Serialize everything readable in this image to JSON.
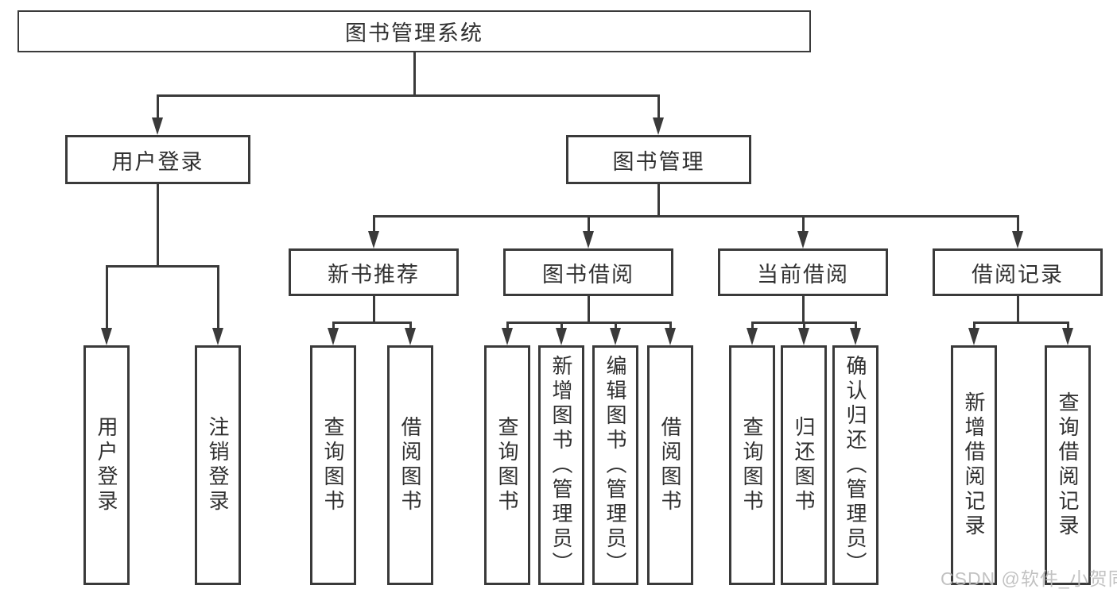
{
  "diagram": {
    "root": {
      "label": "图书管理系统"
    },
    "branches": [
      {
        "label": "用户登录"
      },
      {
        "label": "图书管理"
      }
    ],
    "groups": [
      {
        "label": "新书推荐"
      },
      {
        "label": "图书借阅"
      },
      {
        "label": "当前借阅"
      },
      {
        "label": "借阅记录"
      }
    ],
    "leaves": [
      {
        "label": "用户登录"
      },
      {
        "label": "注销登录"
      },
      {
        "label": "查询图书"
      },
      {
        "label": "借阅图书"
      },
      {
        "label": "查询图书"
      },
      {
        "label": "新增图书（管理员）"
      },
      {
        "label": "编辑图书（管理员）"
      },
      {
        "label": "借阅图书"
      },
      {
        "label": "查询图书"
      },
      {
        "label": "归还图书"
      },
      {
        "label": "确认归还（管理员）"
      },
      {
        "label": "新增借阅记录"
      },
      {
        "label": "查询借阅记录"
      }
    ]
  },
  "watermark": {
    "text": "CSDN @软件_小贺同学"
  },
  "colors": {
    "line": "#3a3a3a",
    "text": "#303030",
    "watermark": "#bdbdbd",
    "background": "#ffffff"
  }
}
